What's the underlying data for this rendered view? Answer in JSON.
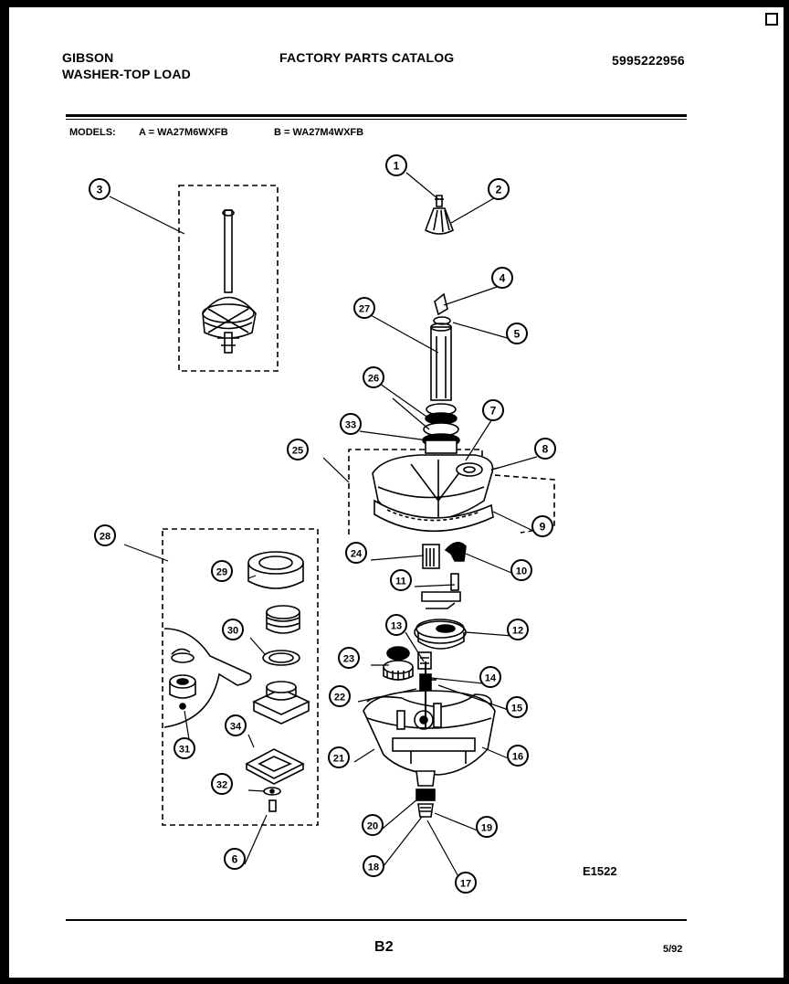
{
  "header": {
    "brand": "GIBSON",
    "product": "WASHER-TOP LOAD",
    "catalog_title": "FACTORY PARTS CATALOG",
    "catalog_number": "5995222956"
  },
  "models": {
    "label": "MODELS:",
    "a": "A = WA27M6WXFB",
    "b": "B = WA27M4WXFB"
  },
  "diagram": {
    "figure_code": "E1522",
    "callouts": [
      "1",
      "2",
      "3",
      "4",
      "5",
      "6",
      "7",
      "8",
      "9",
      "10",
      "11",
      "12",
      "13",
      "14",
      "15",
      "16",
      "17",
      "18",
      "19",
      "20",
      "21",
      "22",
      "23",
      "24",
      "25",
      "26",
      "27",
      "28",
      "29",
      "30",
      "31",
      "32",
      "33",
      "34"
    ]
  },
  "footer": {
    "page_number": "B2",
    "date": "5/92"
  }
}
